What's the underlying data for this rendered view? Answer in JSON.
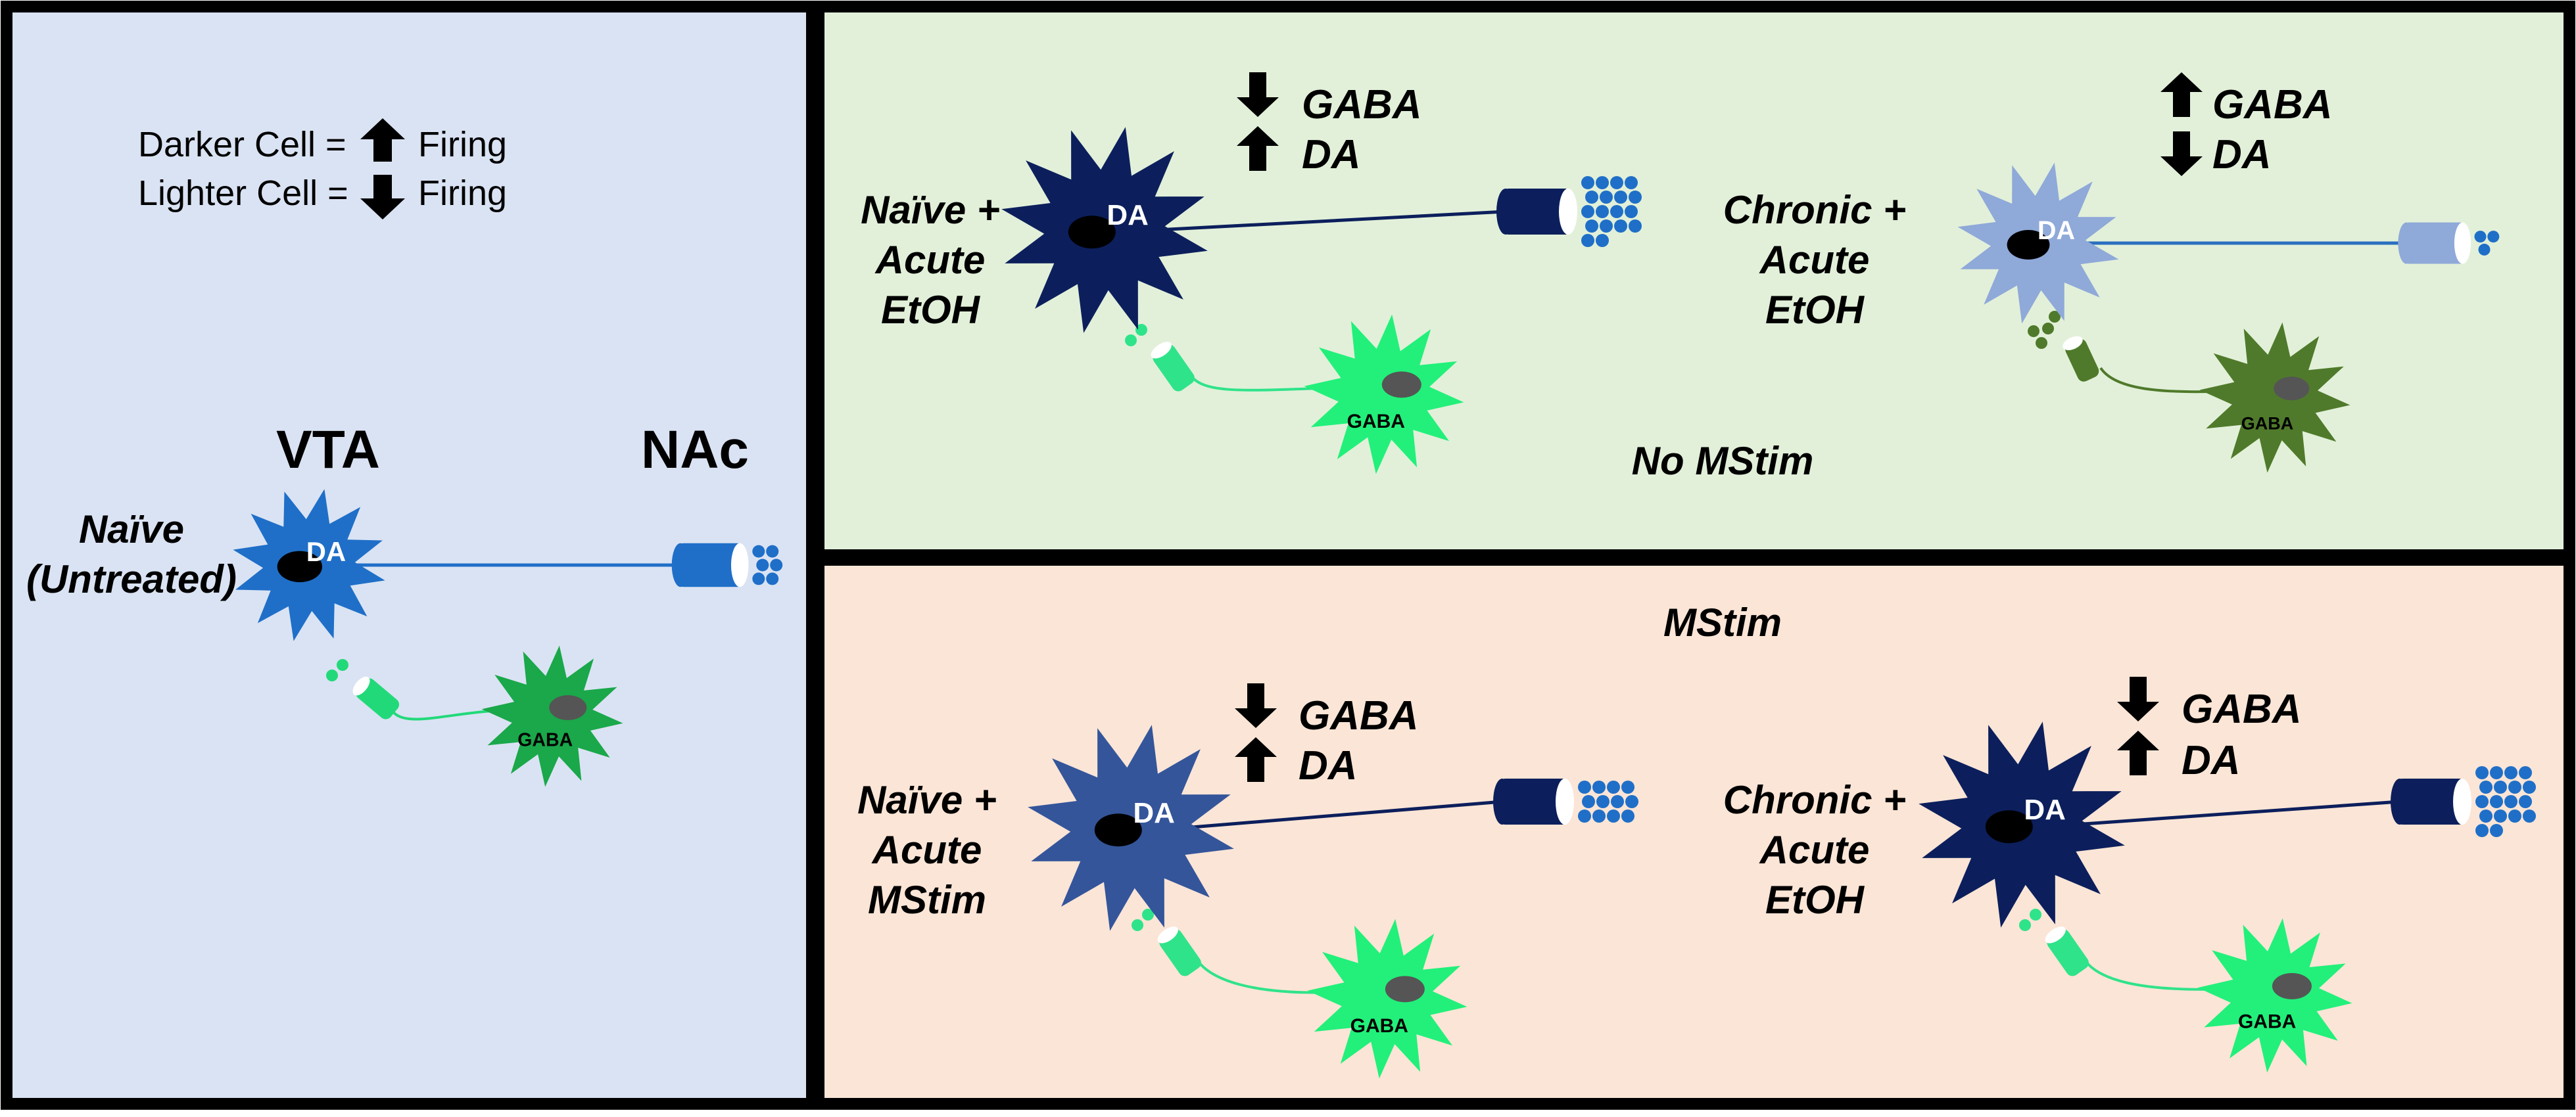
{
  "colors": {
    "left_panel_bg": "#dae3f3",
    "top_panel_bg": "#e2f0d9",
    "bottom_panel_bg": "#fbe5d6",
    "border": "#000000",
    "dark_navy": "#0c1f5c",
    "medium_blue": "#1f6fc8",
    "mid_blue": "#34559a",
    "light_blue": "#8fa9d9",
    "bright_green": "#22f07a",
    "mid_green": "#1aa84a",
    "olive_green": "#4f7a2b",
    "pale_green": "#2fe38a",
    "nucleus": "#000000",
    "gaba_nucleus": "#555555"
  },
  "legend": {
    "darker_label": "Darker Cell =",
    "darker_arrow": "up",
    "darker_suffix": "Firing",
    "lighter_label": "Lighter Cell =",
    "lighter_arrow": "down",
    "lighter_suffix": "Firing"
  },
  "region_labels": {
    "vta": "VTA",
    "nac": "NAc"
  },
  "cell_labels": {
    "da": "DA",
    "gaba": "GABA"
  },
  "panel_headings": {
    "top": "No MStim",
    "bottom": "MStim"
  },
  "conditions": {
    "naive_untreated": [
      "Naïve",
      "(Untreated)"
    ],
    "top_left": [
      "Naïve +",
      "Acute",
      "EtOH"
    ],
    "top_right": [
      "Chronic +",
      "Acute",
      "EtOH"
    ],
    "bottom_left": [
      "Naïve +",
      "Acute",
      "MStim"
    ],
    "bottom_right": [
      "Chronic +",
      "Acute",
      "EtOH"
    ]
  },
  "changes": {
    "top_left": [
      {
        "arrow": "down",
        "label": "GABA"
      },
      {
        "arrow": "up",
        "label": "DA"
      }
    ],
    "top_right": [
      {
        "arrow": "up",
        "label": "GABA"
      },
      {
        "arrow": "down",
        "label": "DA"
      }
    ],
    "bottom_left": [
      {
        "arrow": "down",
        "label": "GABA"
      },
      {
        "arrow": "up",
        "label": "DA"
      }
    ],
    "bottom_right": [
      {
        "arrow": "down",
        "label": "GABA"
      },
      {
        "arrow": "up",
        "label": "DA"
      }
    ]
  },
  "circuits": {
    "naive_untreated": {
      "da_color": "#1f6fc8",
      "gaba_color": "#1aa84a",
      "terminal_color": "#1f6fc8",
      "axon_color": "#1f6fc8",
      "vesicle_level": "medium",
      "gaba_terminal_color": "#22d97a"
    },
    "top_left": {
      "da_color": "#0c1f5c",
      "gaba_color": "#22f07a",
      "terminal_color": "#0c1f5c",
      "axon_color": "#0c1f5c",
      "vesicle_level": "high",
      "gaba_terminal_color": "#2fe38a"
    },
    "top_right": {
      "da_color": "#8fa9d9",
      "gaba_color": "#4f7a2b",
      "terminal_color": "#8fa9d9",
      "axon_color": "#2a6fc0",
      "vesicle_level": "low",
      "gaba_terminal_color": "#4f7a2b"
    },
    "bottom_left": {
      "da_color": "#34559a",
      "gaba_color": "#22f07a",
      "terminal_color": "#0c1f5c",
      "axon_color": "#0c1f5c",
      "vesicle_level": "medium-high",
      "gaba_terminal_color": "#2fe38a"
    },
    "bottom_right": {
      "da_color": "#0c1f5c",
      "gaba_color": "#22f07a",
      "terminal_color": "#0c1f5c",
      "axon_color": "#0c1f5c",
      "vesicle_level": "high",
      "gaba_terminal_color": "#2fe38a"
    }
  }
}
